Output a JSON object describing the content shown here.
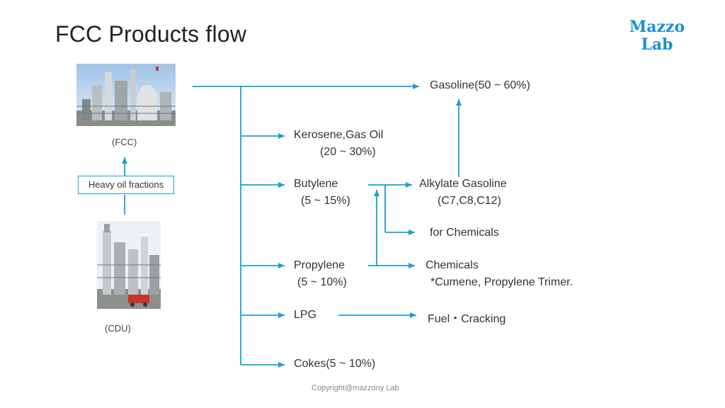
{
  "title": "FCC Products flow",
  "logo": {
    "line1": "Mazzo",
    "line2": "Lab",
    "color": "#1a8fd6"
  },
  "accent_color": "#1aa0d2",
  "fcc_image": {
    "caption": "(FCC)"
  },
  "cdu_image": {
    "caption": "(CDU)"
  },
  "feed": {
    "label": "Heavy oil fractions"
  },
  "products": {
    "gasoline": "Gasoline(50 ~ 60%)",
    "kerosene": {
      "name": "Kerosene,Gas Oil",
      "pct": "(20 ~ 30%)"
    },
    "butylene": {
      "name": "Butylene",
      "pct": "(5 ~ 15%)"
    },
    "propylene": {
      "name": "Propylene",
      "pct": "(5 ~ 10%)"
    },
    "lpg": "LPG",
    "cokes": "Cokes(5 ~ 10%)"
  },
  "derivatives": {
    "alkylate": {
      "name": "Alkylate Gasoline",
      "detail": "(C7,C8,C12)"
    },
    "for_chemicals": "for Chemicals",
    "chemicals": {
      "name": "Chemicals",
      "detail": "*Cumene, Propylene Trimer."
    },
    "fuel": "Fuel・Cracking"
  },
  "copyright": "Copyright@mazzony Lab"
}
